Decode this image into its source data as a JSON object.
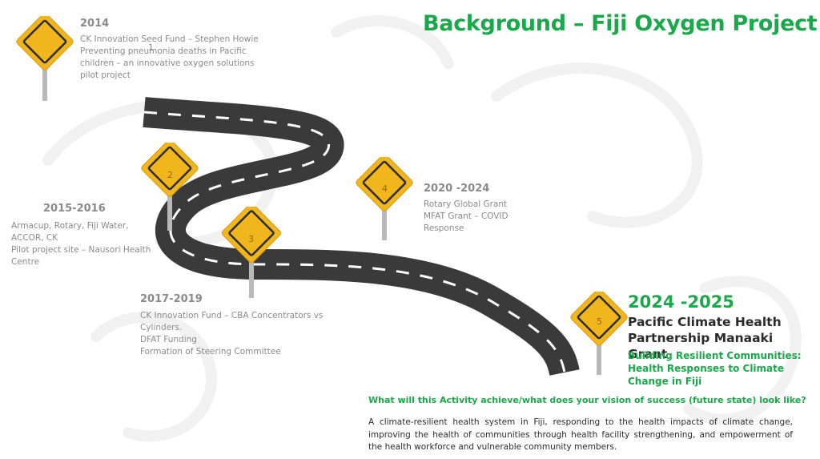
{
  "title": "Background – Fiji Oxygen Project",
  "milestones": [
    {
      "number": "1",
      "year": "2014",
      "lines": [
        "CK Innovation Seed Fund – Stephen Howie",
        "Preventing pneumonia deaths in Pacific",
        "children – an innovative oxygen solutions",
        "pilot project"
      ]
    },
    {
      "number": "2",
      "year": "2015-2016",
      "lines": [
        "Armacup, Rotary, Fiji Water,",
        "ACCOR, CK",
        "Pilot project site – Nausori Health",
        "Centre"
      ]
    },
    {
      "number": "3",
      "year": "2017-2019",
      "lines": [
        "CK Innovation Fund – CBA Concentrators vs",
        "Cylinders.",
        "DFAT Funding",
        "Formation of Steering Committee"
      ]
    },
    {
      "number": "4",
      "year": "2020 -2024",
      "lines": [
        "Rotary Global Grant",
        "MFAT Grant – COVID",
        "Response"
      ]
    },
    {
      "number": "5",
      "year": "2024 -2025",
      "grant_title": "Pacific Climate Health Partnership Manaaki Grant",
      "subtitle": "Building Resilient Communities: Health Responses to Climate Change in Fiji"
    }
  ],
  "vision": {
    "question": "What will this Activity achieve/what does your vision of success (future state) look like?",
    "answer": "A climate-resilient health system in Fiji, responding to the health impacts of climate change, improving the health of communities through health facility strengthening, and empowerment of the health workforce and vulnerable community members."
  },
  "colors": {
    "title_green": "#1aa84a",
    "road": "#3a3a3a",
    "sign_yellow": "#f2b61d",
    "sign_border": "#2b2b2b",
    "text_grey": "#8a8a8a"
  }
}
